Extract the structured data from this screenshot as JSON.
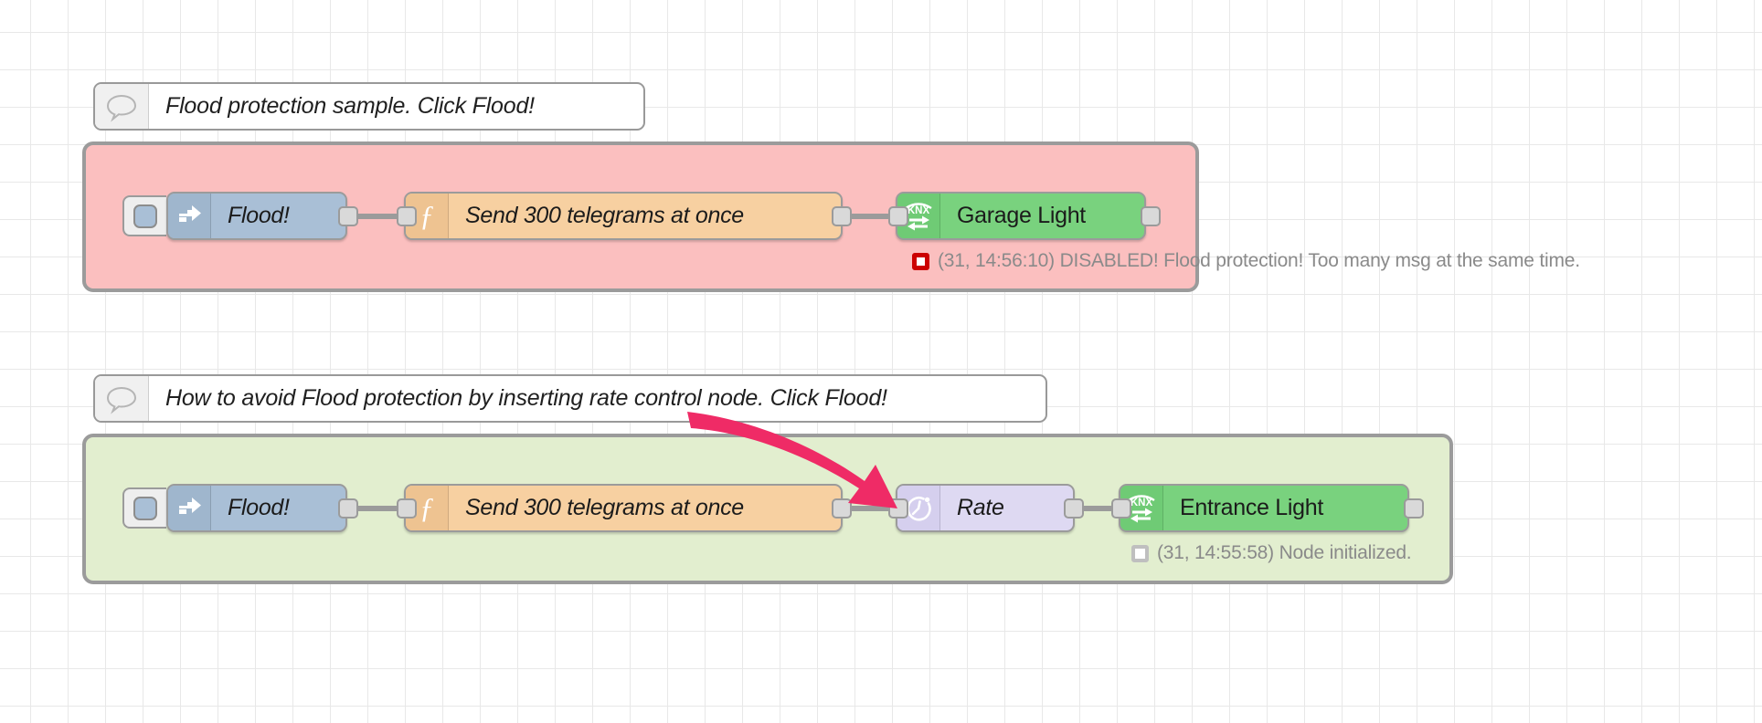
{
  "canvas": {
    "grid_color": "#e8e8e8",
    "background": "#ffffff"
  },
  "flows": [
    {
      "id": "flood-protection-sample",
      "group_color": "#fbbfbf",
      "comment": {
        "icon": "comment-bubble-icon",
        "text": "Flood protection sample. Click Flood!"
      },
      "nodes": [
        {
          "type": "inject",
          "icon": "inject-arrow-icon",
          "label": "Flood!"
        },
        {
          "type": "function",
          "icon": "function-f-icon",
          "label": "Send 300 telegrams at once"
        },
        {
          "type": "knx",
          "icon": "knx-exchange-icon",
          "label": "Garage Light"
        }
      ],
      "status": {
        "indicator": "red-square-status-icon",
        "indicator_color": "#cc0000",
        "text": "(31, 14:56:10) DISABLED! Flood protection! Too many msg at the same time."
      }
    },
    {
      "id": "rate-control-sample",
      "group_color": "#e2eecf",
      "comment": {
        "icon": "comment-bubble-icon",
        "text": "How to avoid Flood protection by inserting rate control node. Click Flood!"
      },
      "nodes": [
        {
          "type": "inject",
          "icon": "inject-arrow-icon",
          "label": "Flood!"
        },
        {
          "type": "function",
          "icon": "function-f-icon",
          "label": "Send 300 telegrams at once"
        },
        {
          "type": "rate",
          "icon": "stopwatch-icon",
          "label": "Rate"
        },
        {
          "type": "knx",
          "icon": "knx-exchange-icon",
          "label": "Entrance Light"
        }
      ],
      "status": {
        "indicator": "grey-square-status-icon",
        "indicator_color": "#bfbfbf",
        "text": "(31, 14:55:58) Node initialized."
      }
    }
  ],
  "annotation": {
    "type": "arrow",
    "color": "#ef2b66",
    "points_to": "rate-node"
  }
}
